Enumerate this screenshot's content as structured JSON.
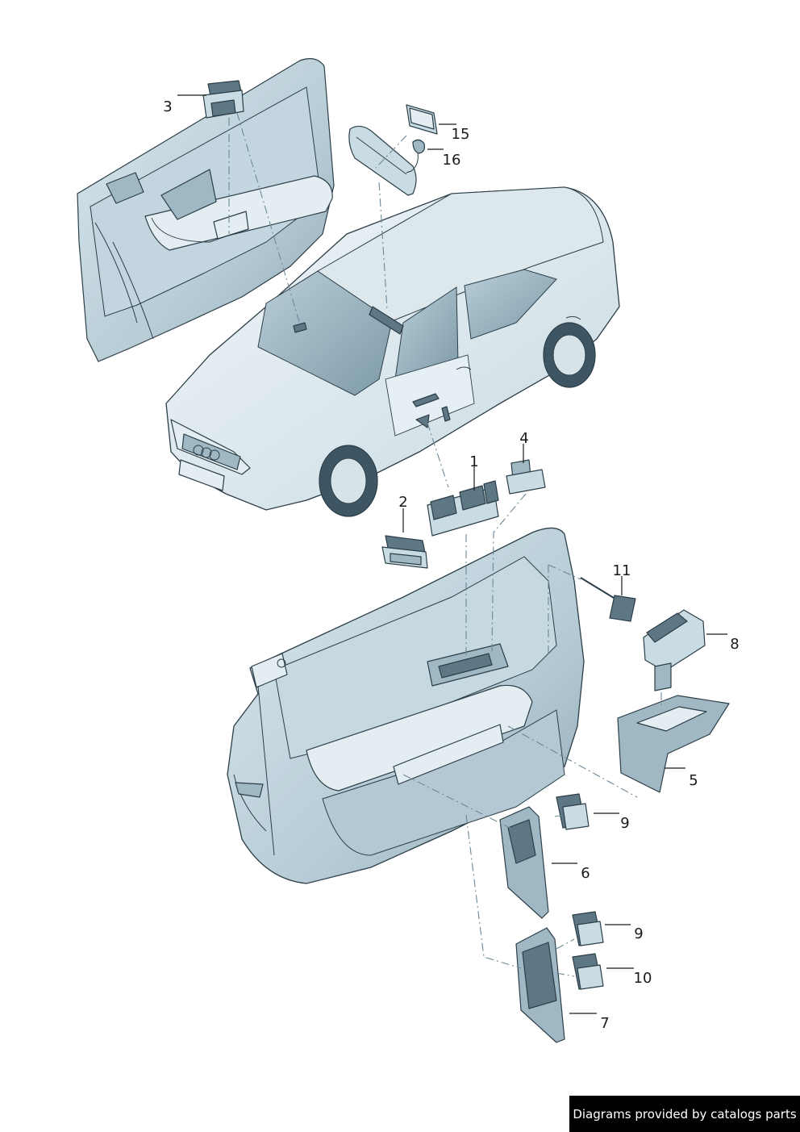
{
  "diagram": {
    "callouts": [
      {
        "id": "1",
        "label": "1"
      },
      {
        "id": "2",
        "label": "2"
      },
      {
        "id": "3",
        "label": "3"
      },
      {
        "id": "4",
        "label": "4"
      },
      {
        "id": "5",
        "label": "5"
      },
      {
        "id": "6",
        "label": "6"
      },
      {
        "id": "7",
        "label": "7"
      },
      {
        "id": "8",
        "label": "8"
      },
      {
        "id": "9a",
        "label": "9"
      },
      {
        "id": "9b",
        "label": "9"
      },
      {
        "id": "10",
        "label": "10"
      },
      {
        "id": "11",
        "label": "11"
      },
      {
        "id": "15",
        "label": "15"
      },
      {
        "id": "16",
        "label": "16"
      }
    ]
  },
  "footer": {
    "text": "Diagrams provided by catalogs parts"
  }
}
